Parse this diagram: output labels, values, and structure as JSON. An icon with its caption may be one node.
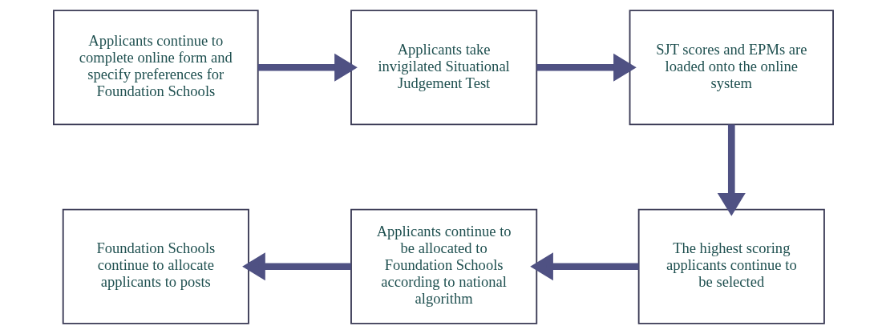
{
  "diagram": {
    "nodes": [
      {
        "text": [
          "Applicants continue to complete online form and specify preferences for Foundation Schools"
        ]
      },
      {
        "text": [
          "Applicants take invigilated Situational Judgement Test"
        ]
      },
      {
        "text": [
          "SJT scores and EPMs are loaded onto the online system"
        ]
      },
      {
        "text": [
          "The highest scoring applicants continue to be selected"
        ]
      },
      {
        "text": [
          "Applicants continue to be allocated to Foundation Schools according to national algorithm"
        ]
      },
      {
        "text": [
          "Foundation Schools continue to allocate applicants to posts"
        ]
      }
    ],
    "edges": [
      {
        "from": 0,
        "to": 1,
        "arrow": "to"
      },
      {
        "from": 1,
        "to": 2,
        "arrow": "to"
      },
      {
        "from": 2,
        "to": 3,
        "arrow": "to"
      },
      {
        "from": 3,
        "to": 4,
        "arrow": "to"
      },
      {
        "from": 4,
        "to": 5,
        "arrow": "to"
      }
    ]
  }
}
